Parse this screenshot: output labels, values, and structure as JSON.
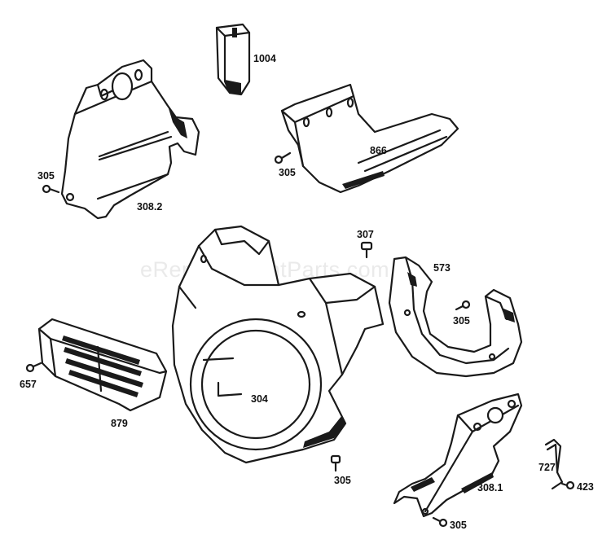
{
  "watermark": "eReplacementParts.com",
  "callouts": {
    "p1004": "1004",
    "p305_top_left": "305",
    "p308_2": "308.2",
    "p305_top_mid": "305",
    "p866": "866",
    "p307": "307",
    "p573": "573",
    "p305_right": "305",
    "p657": "657",
    "p879": "879",
    "p304": "304",
    "p305_bottom": "305",
    "p727": "727",
    "p423": "423",
    "p308_1": "308.1",
    "p305_bottom_right": "305"
  }
}
